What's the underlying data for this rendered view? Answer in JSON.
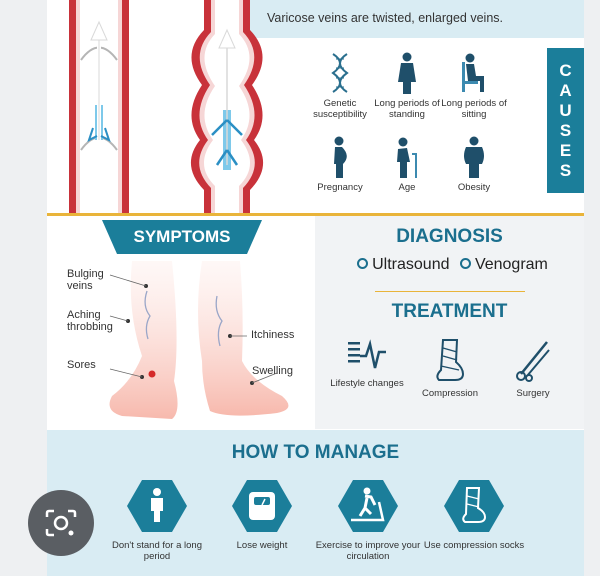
{
  "top": {
    "caption": "Varicose veins are twisted, enlarged veins."
  },
  "causes": {
    "tab_letters": [
      "C",
      "A",
      "U",
      "S",
      "E",
      "S"
    ],
    "items": [
      {
        "label": "Genetic susceptibility",
        "icon": "dna-icon"
      },
      {
        "label": "Long periods of standing",
        "icon": "standing-person-icon"
      },
      {
        "label": "Long periods of sitting",
        "icon": "sitting-person-icon"
      },
      {
        "label": "Pregnancy",
        "icon": "pregnant-woman-icon"
      },
      {
        "label": "Age",
        "icon": "elderly-person-icon"
      },
      {
        "label": "Obesity",
        "icon": "obese-person-icon"
      }
    ]
  },
  "symptoms": {
    "title": "SYMPTOMS",
    "labels": [
      "Bulging veins",
      "Aching throbbing",
      "Sores",
      "Itchiness",
      "Swelling"
    ]
  },
  "diagnosis": {
    "title": "DIAGNOSIS",
    "items": [
      "Ultrasound",
      "Venogram"
    ]
  },
  "treatment": {
    "title": "TREATMENT",
    "items": [
      {
        "label": "Lifestyle changes",
        "icon": "lifestyle-icon"
      },
      {
        "label": "Compression",
        "icon": "compression-stocking-icon"
      },
      {
        "label": "Surgery",
        "icon": "surgery-tools-icon"
      }
    ]
  },
  "manage": {
    "title": "HOW TO MANAGE",
    "items": [
      {
        "label": "Don't stand for a long period",
        "icon": "person-icon"
      },
      {
        "label": "Lose weight",
        "icon": "scale-icon"
      },
      {
        "label": "Exercise to improve your circulation",
        "icon": "treadmill-icon"
      },
      {
        "label": "Use compression socks",
        "icon": "compression-socks-icon"
      }
    ]
  },
  "colors": {
    "teal": "#1b7e9a",
    "dark_teal": "#1b6f8e",
    "gold": "#e9b43a",
    "vein_red": "#c8323a",
    "light_blue": "#d9ecf3"
  }
}
